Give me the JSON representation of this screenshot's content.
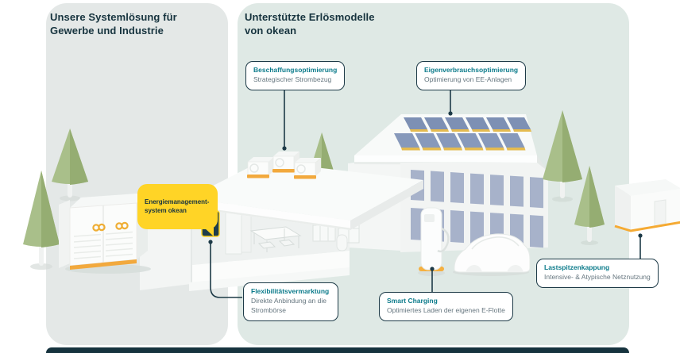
{
  "panels": {
    "left": {
      "title": "Unsere Systemlösung für\nGewerbe und Industrie"
    },
    "right": {
      "title": "Unterstützte Erlösmodelle\nvon okean"
    }
  },
  "callouts": {
    "beschaffungsoptimierung": {
      "title": "Beschaffungsoptimierung",
      "desc": "Strategischer Strombezug"
    },
    "eigenverbrauchsoptimierung": {
      "title": "Eigenverbrauchsoptimierung",
      "desc": "Optimierung von EE-Anlagen"
    },
    "energiemanagement": {
      "label": "Energiemanagement-\nsystem okean"
    },
    "flexibilitaetsvermarktung": {
      "title": "Flexibilitätsvermarktung",
      "desc": "Direkte Anbindung an die Strombörse"
    },
    "smart_charging": {
      "title": "Smart Charging",
      "desc": "Optimiertes Laden der eigenen E-Flotte"
    },
    "lastspitzenkappung": {
      "title": "Lastspitzenkappung",
      "desc": "Intensive- & Atypische Netznutzung"
    }
  },
  "colors": {
    "accent_yellow": "#ffd426",
    "accent_orange": "#f2a93d",
    "teal_title": "#0c7b8b",
    "navy": "#1d3a47",
    "desc_gray": "#66767f",
    "panel_left_bg": "#e4e8e7",
    "panel_right_bg": "#dfe9e5",
    "tree_green": "#a9bf8a",
    "solar_blue": "#7d90b4",
    "window_blue": "#a7b2ca"
  },
  "scene": {
    "elements": [
      "trees",
      "battery-storage-container",
      "okean-infinity-logo",
      "office-building-cutaway",
      "hvac-units",
      "energy-management-device",
      "factory-building",
      "solar-panel-roof",
      "ev-charging-station",
      "ev-car",
      "grid-building",
      "connector-lines"
    ]
  }
}
